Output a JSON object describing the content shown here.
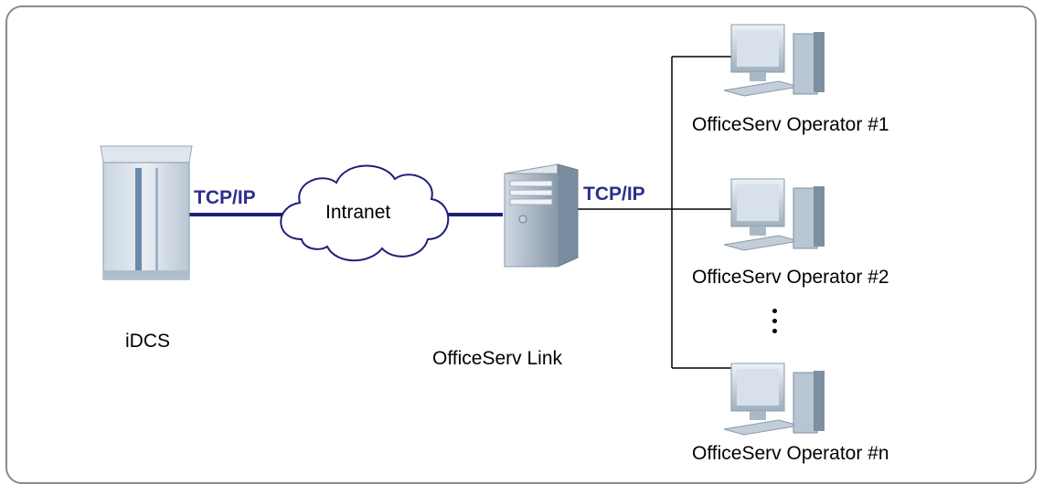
{
  "nodes": {
    "idcs": "iDCS",
    "intranet": "Intranet",
    "link": "OfficeServ Link",
    "operators": [
      "OfficeServ Operator #1",
      "OfficeServ Operator #2",
      "OfficeServ Operator #n"
    ]
  },
  "connections": {
    "left_protocol": "TCP/IP",
    "right_protocol": "TCP/IP"
  },
  "icons": {
    "idcs": "rack-server-icon",
    "intranet": "cloud-icon",
    "link": "tower-server-icon",
    "operator": "desktop-computer-icon"
  },
  "colors": {
    "link_line": "#1f1f7a",
    "protocol_text": "#2b2f8c",
    "border": "#8a8a8a"
  }
}
